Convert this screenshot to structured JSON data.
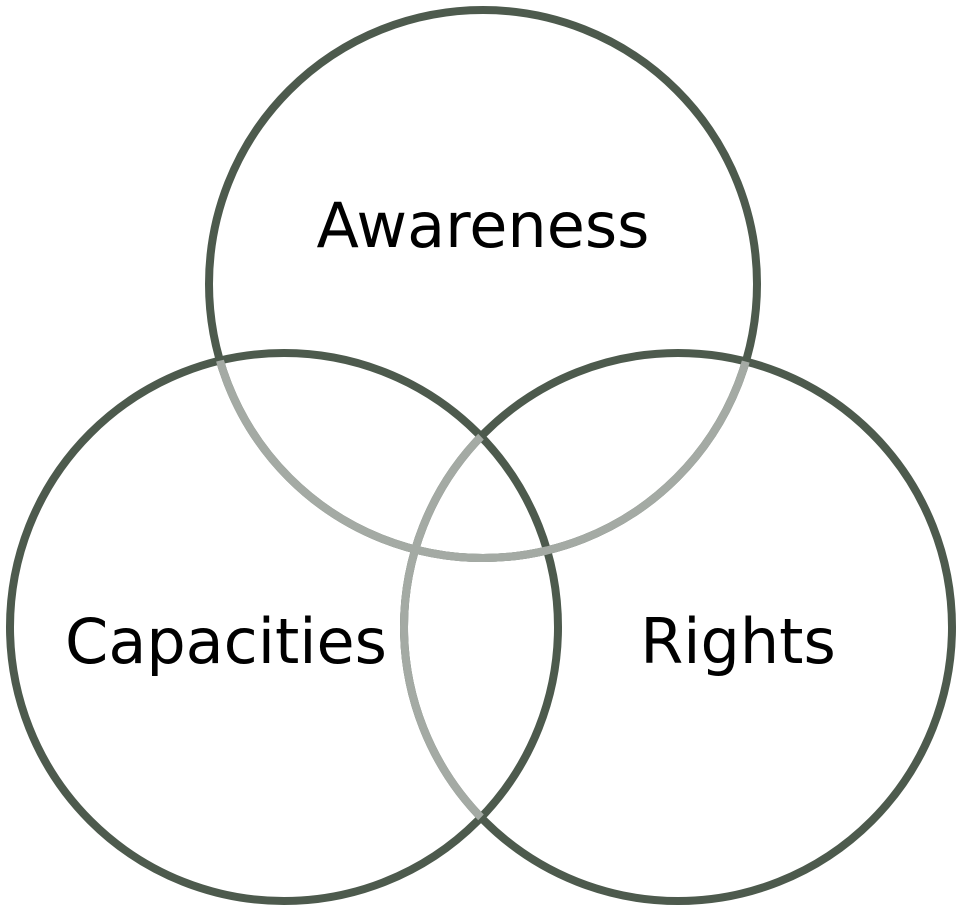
{
  "diagram": {
    "type": "venn",
    "sets": [
      {
        "id": "awareness",
        "label": "Awareness"
      },
      {
        "id": "capacities",
        "label": "Capacities"
      },
      {
        "id": "rights",
        "label": "Rights"
      }
    ],
    "colors": {
      "outline": "#4d5a4d",
      "overlap_outline": "#a4aaa4",
      "background": "#ffffff",
      "text": "#000000"
    }
  }
}
